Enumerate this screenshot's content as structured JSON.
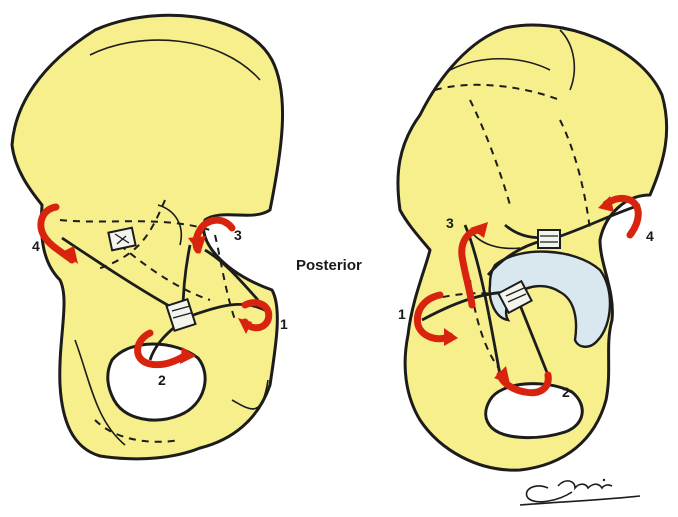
{
  "center_label": "Posterior",
  "left_view": {
    "labels": [
      "1",
      "2",
      "3",
      "4"
    ]
  },
  "right_view": {
    "labels": [
      "1",
      "2",
      "3",
      "4"
    ]
  },
  "colors": {
    "bone": "#f7ef8c",
    "cable": "#d8240f",
    "outline": "#1c1c1c",
    "acetabulum": "#d9e7ee"
  },
  "icons": {
    "signature": "artist-signature-icon"
  }
}
